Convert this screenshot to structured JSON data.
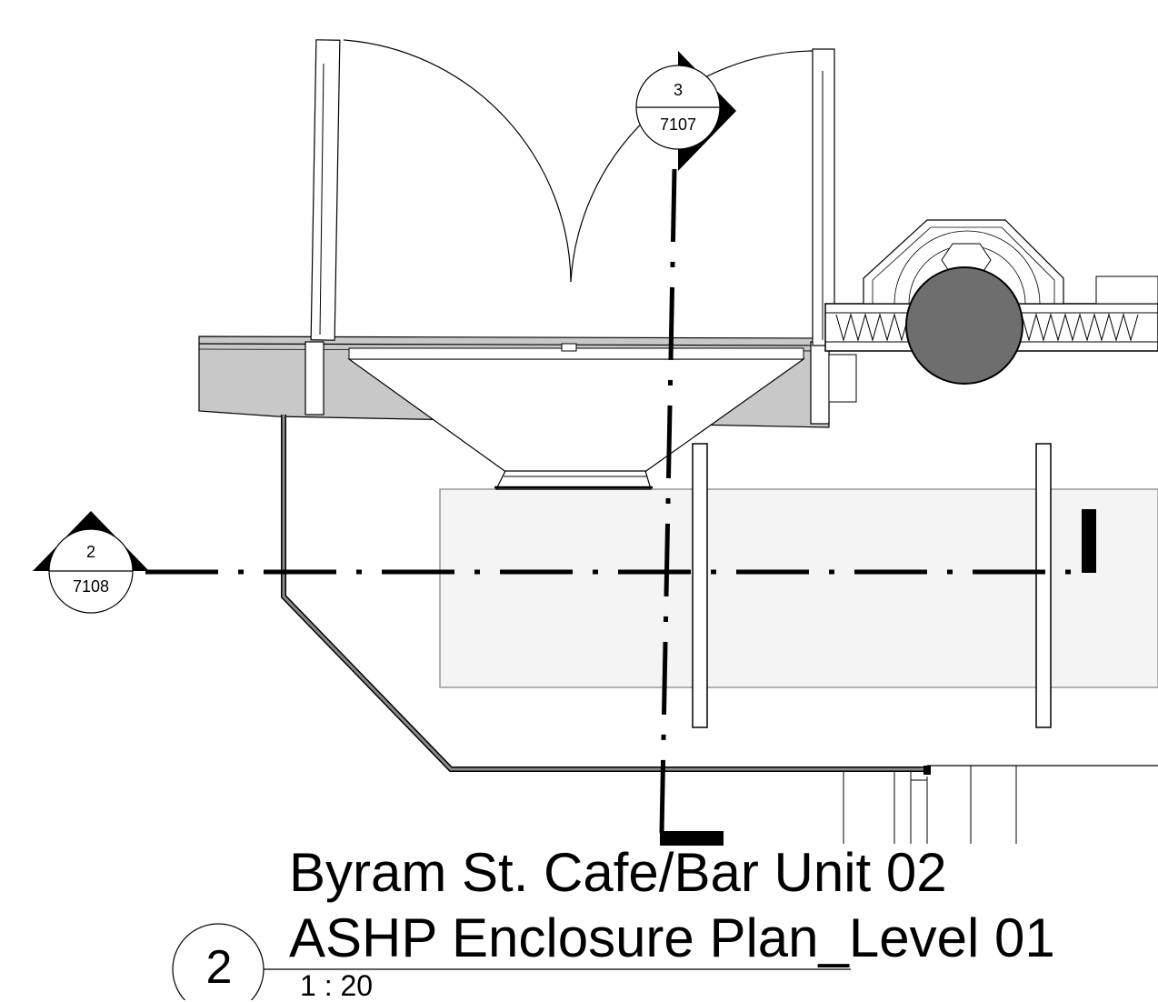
{
  "drawing": {
    "title_line_1": "Byram St. Cafe/Bar Unit 02",
    "title_line_2": "ASHP Enclosure Plan_Level 01",
    "scale": "1 : 20",
    "view_number": "2"
  },
  "section_markers": [
    {
      "id": "section-3",
      "number": "3",
      "sheet": "7107"
    },
    {
      "id": "section-2",
      "number": "2",
      "sheet": "7108"
    }
  ],
  "colors": {
    "line": "#000000",
    "wall_fill": "#c8c8c8",
    "pipe_fill": "#6e6e6e",
    "enclosure_fill": "#f4f4f4",
    "enclosure_stroke": "#9a9a9a"
  }
}
